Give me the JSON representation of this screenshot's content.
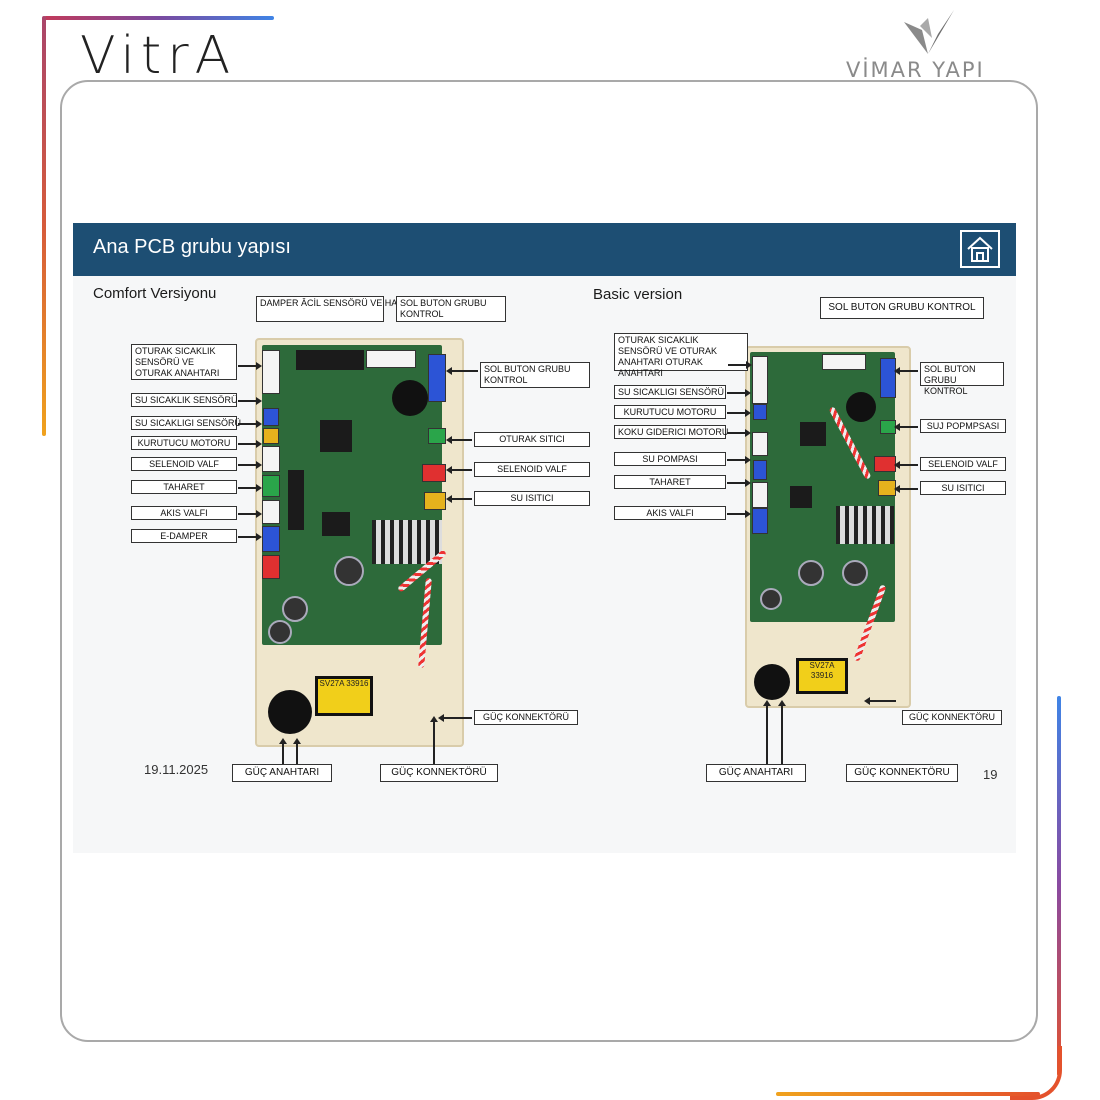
{
  "logos": {
    "vitra": "VitrA",
    "vimar": "VİMAR YAPI"
  },
  "slide": {
    "title": "Ana PCB grubu yapısı",
    "date": "19.11.2025",
    "page_number": "19",
    "header_color": "#1d4e73"
  },
  "comfort": {
    "section_title": "Comfort Versiyonu",
    "top_labels": [
      "DAMPER ÂCİL SENSÖRÜ VE HAREKET SENSÖRÜ",
      "SOL BUTON GRUBU KONTROL"
    ],
    "left_labels": [
      "OTURAK SICAKLIK SENSÖRÜ VE OTURAK ANAHTARI",
      "SU SICAKLIK SENSÖRÜ",
      "SU SICAKLIGI SENSÖRÜ",
      "KURUTUCU MOTORU",
      "SELENOID VALF",
      "TAHARET",
      "AKIS VALFI",
      "E-DAMPER"
    ],
    "right_labels": [
      "SOL BUTON GRUBU KONTROL",
      "OTURAK SITICI",
      "SELENOID VALF",
      "SU ISITICI",
      "GÜÇ KONNEKTÖRÜ"
    ],
    "bottom_labels": [
      "GÜÇ ANAHTARI",
      "GÜÇ KONNEKTÖRÜ"
    ],
    "transformer_text": "SV27A 33916"
  },
  "basic": {
    "section_title": "Basic version",
    "top_labels": [
      "SOL BUTON GRUBU KONTROL"
    ],
    "left_labels": [
      "OTURAK SICAKLIK SENSÖRÜ VE OTURAK ANAHTARI OTURAK ANAHTARI",
      "SU SICAKLIGI SENSÖRÜ",
      "KURUTUCU MOTORU",
      "KOKU GIDERICI MOTORU",
      "SU POMPASI",
      "TAHARET",
      "AKIS VALFI"
    ],
    "right_labels": [
      "SOL BUTON GRUBU KONTROL",
      "SUJ POPMPSASI",
      "SELENOID VALF",
      "SU ISITICI",
      "GÜÇ KONNEKTÖRU"
    ],
    "bottom_labels": [
      "GÜÇ ANAHTARI",
      "GÜÇ KONNEKTÖRU"
    ],
    "transformer_text": "SV27A 33916"
  }
}
